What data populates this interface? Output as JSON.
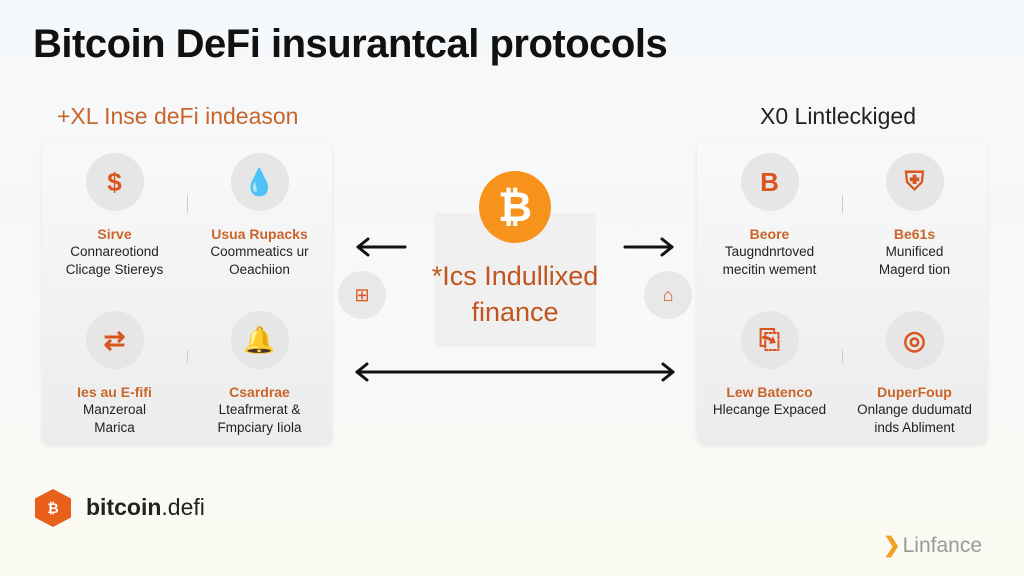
{
  "title": "Bitcoin DeFi insurantcal protocols",
  "left": {
    "heading": "+XL Inse deFi indeason",
    "items": [
      {
        "icon": "dollar-icon",
        "glyph": "$",
        "title": "Sirve",
        "lines": [
          "Connareotiond",
          "Clicage Stiereys"
        ]
      },
      {
        "icon": "droplet-dollar-icon",
        "glyph": "💧",
        "title": "Usua Rupacks",
        "lines": [
          "Coommeatics ur",
          "Oeachiion"
        ]
      },
      {
        "icon": "exchange-icon",
        "glyph": "⇄",
        "title": "Ies au E-fifi",
        "lines": [
          "Manzeroal",
          "Marica"
        ]
      },
      {
        "icon": "bell-icon",
        "glyph": "🔔",
        "title": "Csardrae",
        "lines": [
          "Lteafrmerat &",
          "Fmpciary Iiola"
        ]
      }
    ]
  },
  "right": {
    "heading": "X0 Lintleckiged",
    "items": [
      {
        "icon": "bitcoin-box-icon",
        "glyph": "B",
        "title": "Beore",
        "lines": [
          "Taugndnrtoved",
          "mecitin wement"
        ]
      },
      {
        "icon": "shield-clock-icon",
        "glyph": "⛨",
        "title": "Be61s",
        "lines": [
          "Munificed",
          "Magerd tion"
        ]
      },
      {
        "icon": "clipboard-icon",
        "glyph": "⎘",
        "title": "Lew Batenco",
        "lines": [
          "Hlecange Expaced"
        ]
      },
      {
        "icon": "coin-icon",
        "glyph": "◎",
        "title": "DuperFoup",
        "lines": [
          "Onlange dudumatd",
          "inds Abliment"
        ]
      }
    ]
  },
  "center": {
    "line1": "*Ics Indullixed",
    "line2": "finance",
    "bitcoin_glyph": "₿",
    "left_glyph": "⊞",
    "right_glyph": "⌂"
  },
  "footer": {
    "logo_glyph": "₿",
    "name_bold": "bitcoin",
    "name_rest": ".defi",
    "brand": "Linfance",
    "brand_mark": "❯"
  },
  "colors": {
    "accent": "#c9652a",
    "bitcoin": "#f7931a"
  }
}
